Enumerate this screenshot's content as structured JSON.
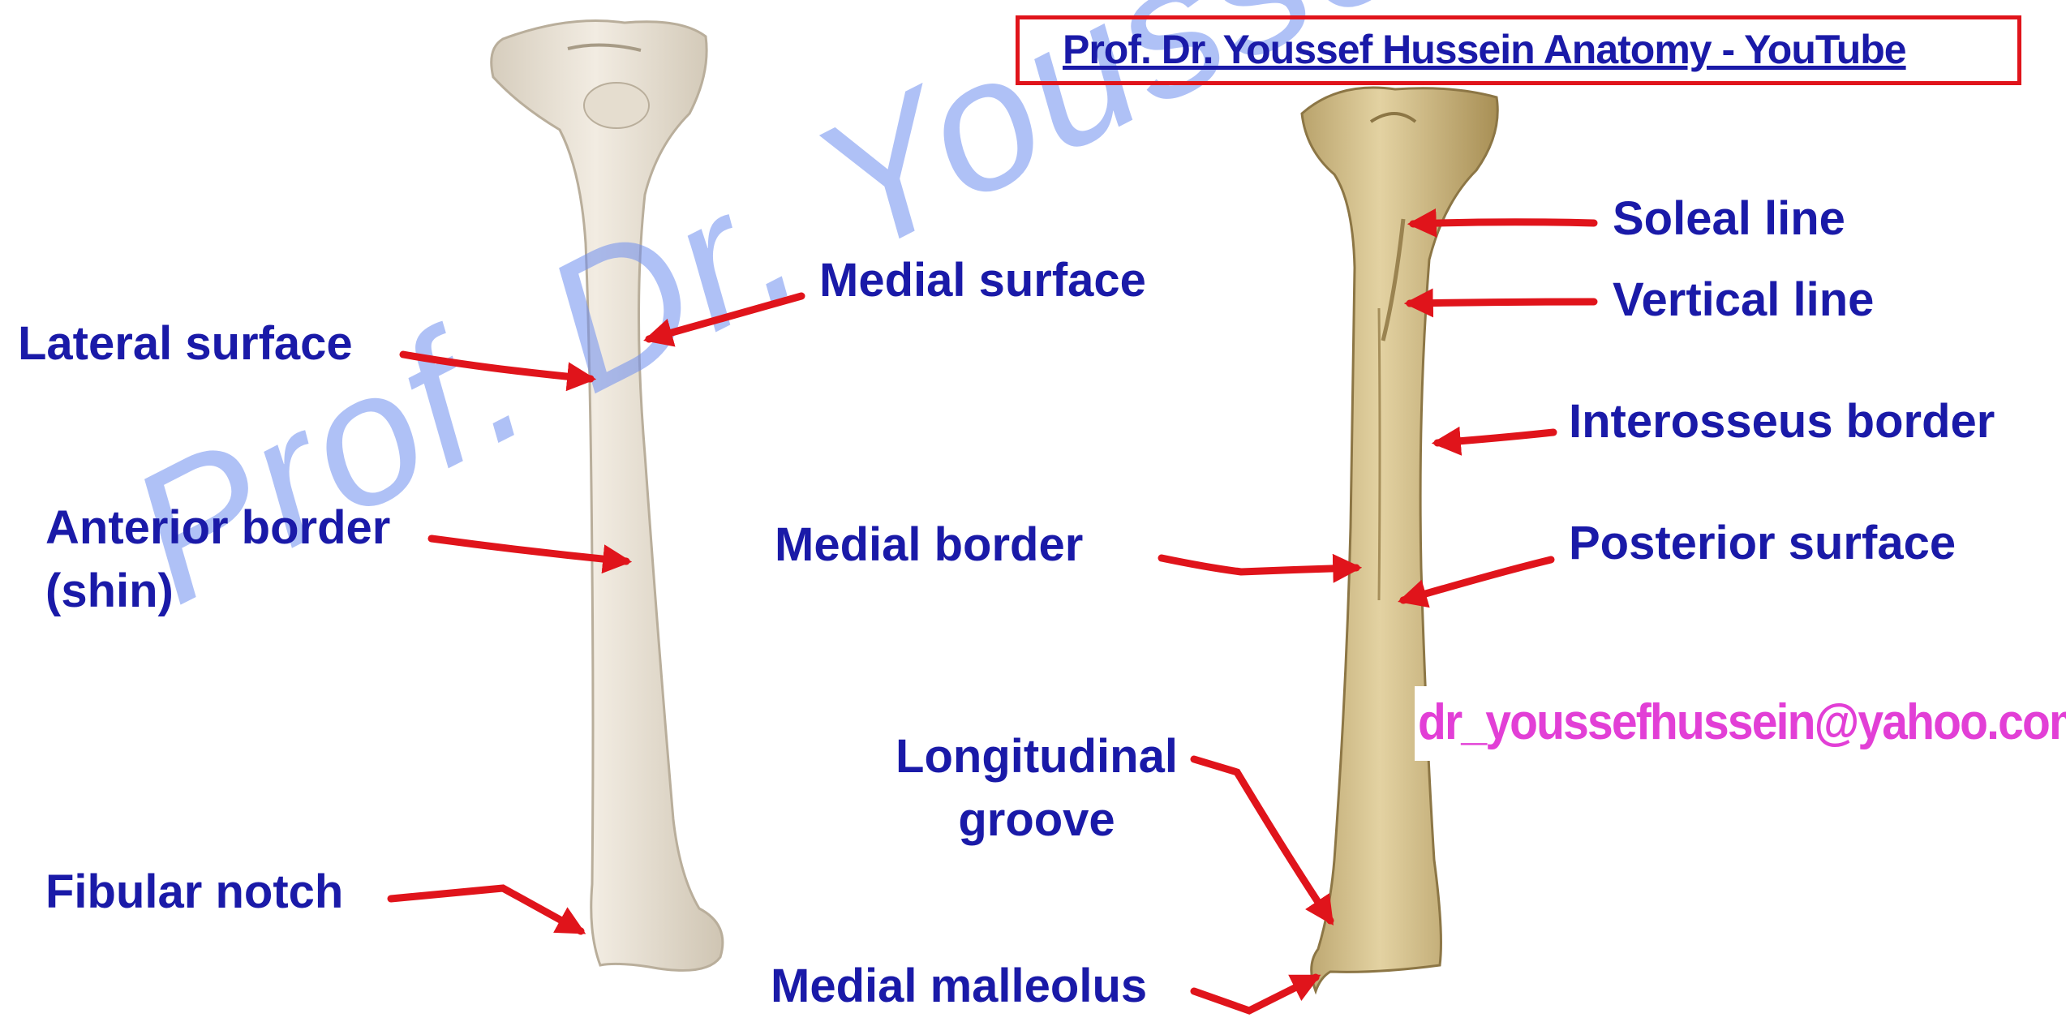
{
  "header": {
    "title": "Prof. Dr. Youssef Hussein Anatomy - YouTube",
    "email": "dr_youssefhussein@yahoo.com",
    "watermark": "Prof. Dr. Youssef Hussein"
  },
  "left_figure": {
    "labels": {
      "lateral_surface": "Lateral surface",
      "medial_surface": "Medial surface",
      "anterior_border_1": "Anterior border",
      "anterior_border_2": "(shin)",
      "fibular_notch": "Fibular notch"
    }
  },
  "right_figure": {
    "labels": {
      "soleal_line": "Soleal line",
      "vertical_line": "Vertical line",
      "interosseus_border": "Interosseus border",
      "medial_border": "Medial border",
      "posterior_surface": "Posterior surface",
      "longitudinal_groove_1": "Longitudinal",
      "longitudinal_groove_2": "groove",
      "medial_malleolus": "Medial malleolus"
    }
  },
  "colors": {
    "label_text": "#1a1aa8",
    "arrow": "#e0141b",
    "email_text": "#e23fd6",
    "watermark": "#6f8ff0",
    "left_bone": "#ece4d6",
    "right_bone": "#d7c393"
  }
}
